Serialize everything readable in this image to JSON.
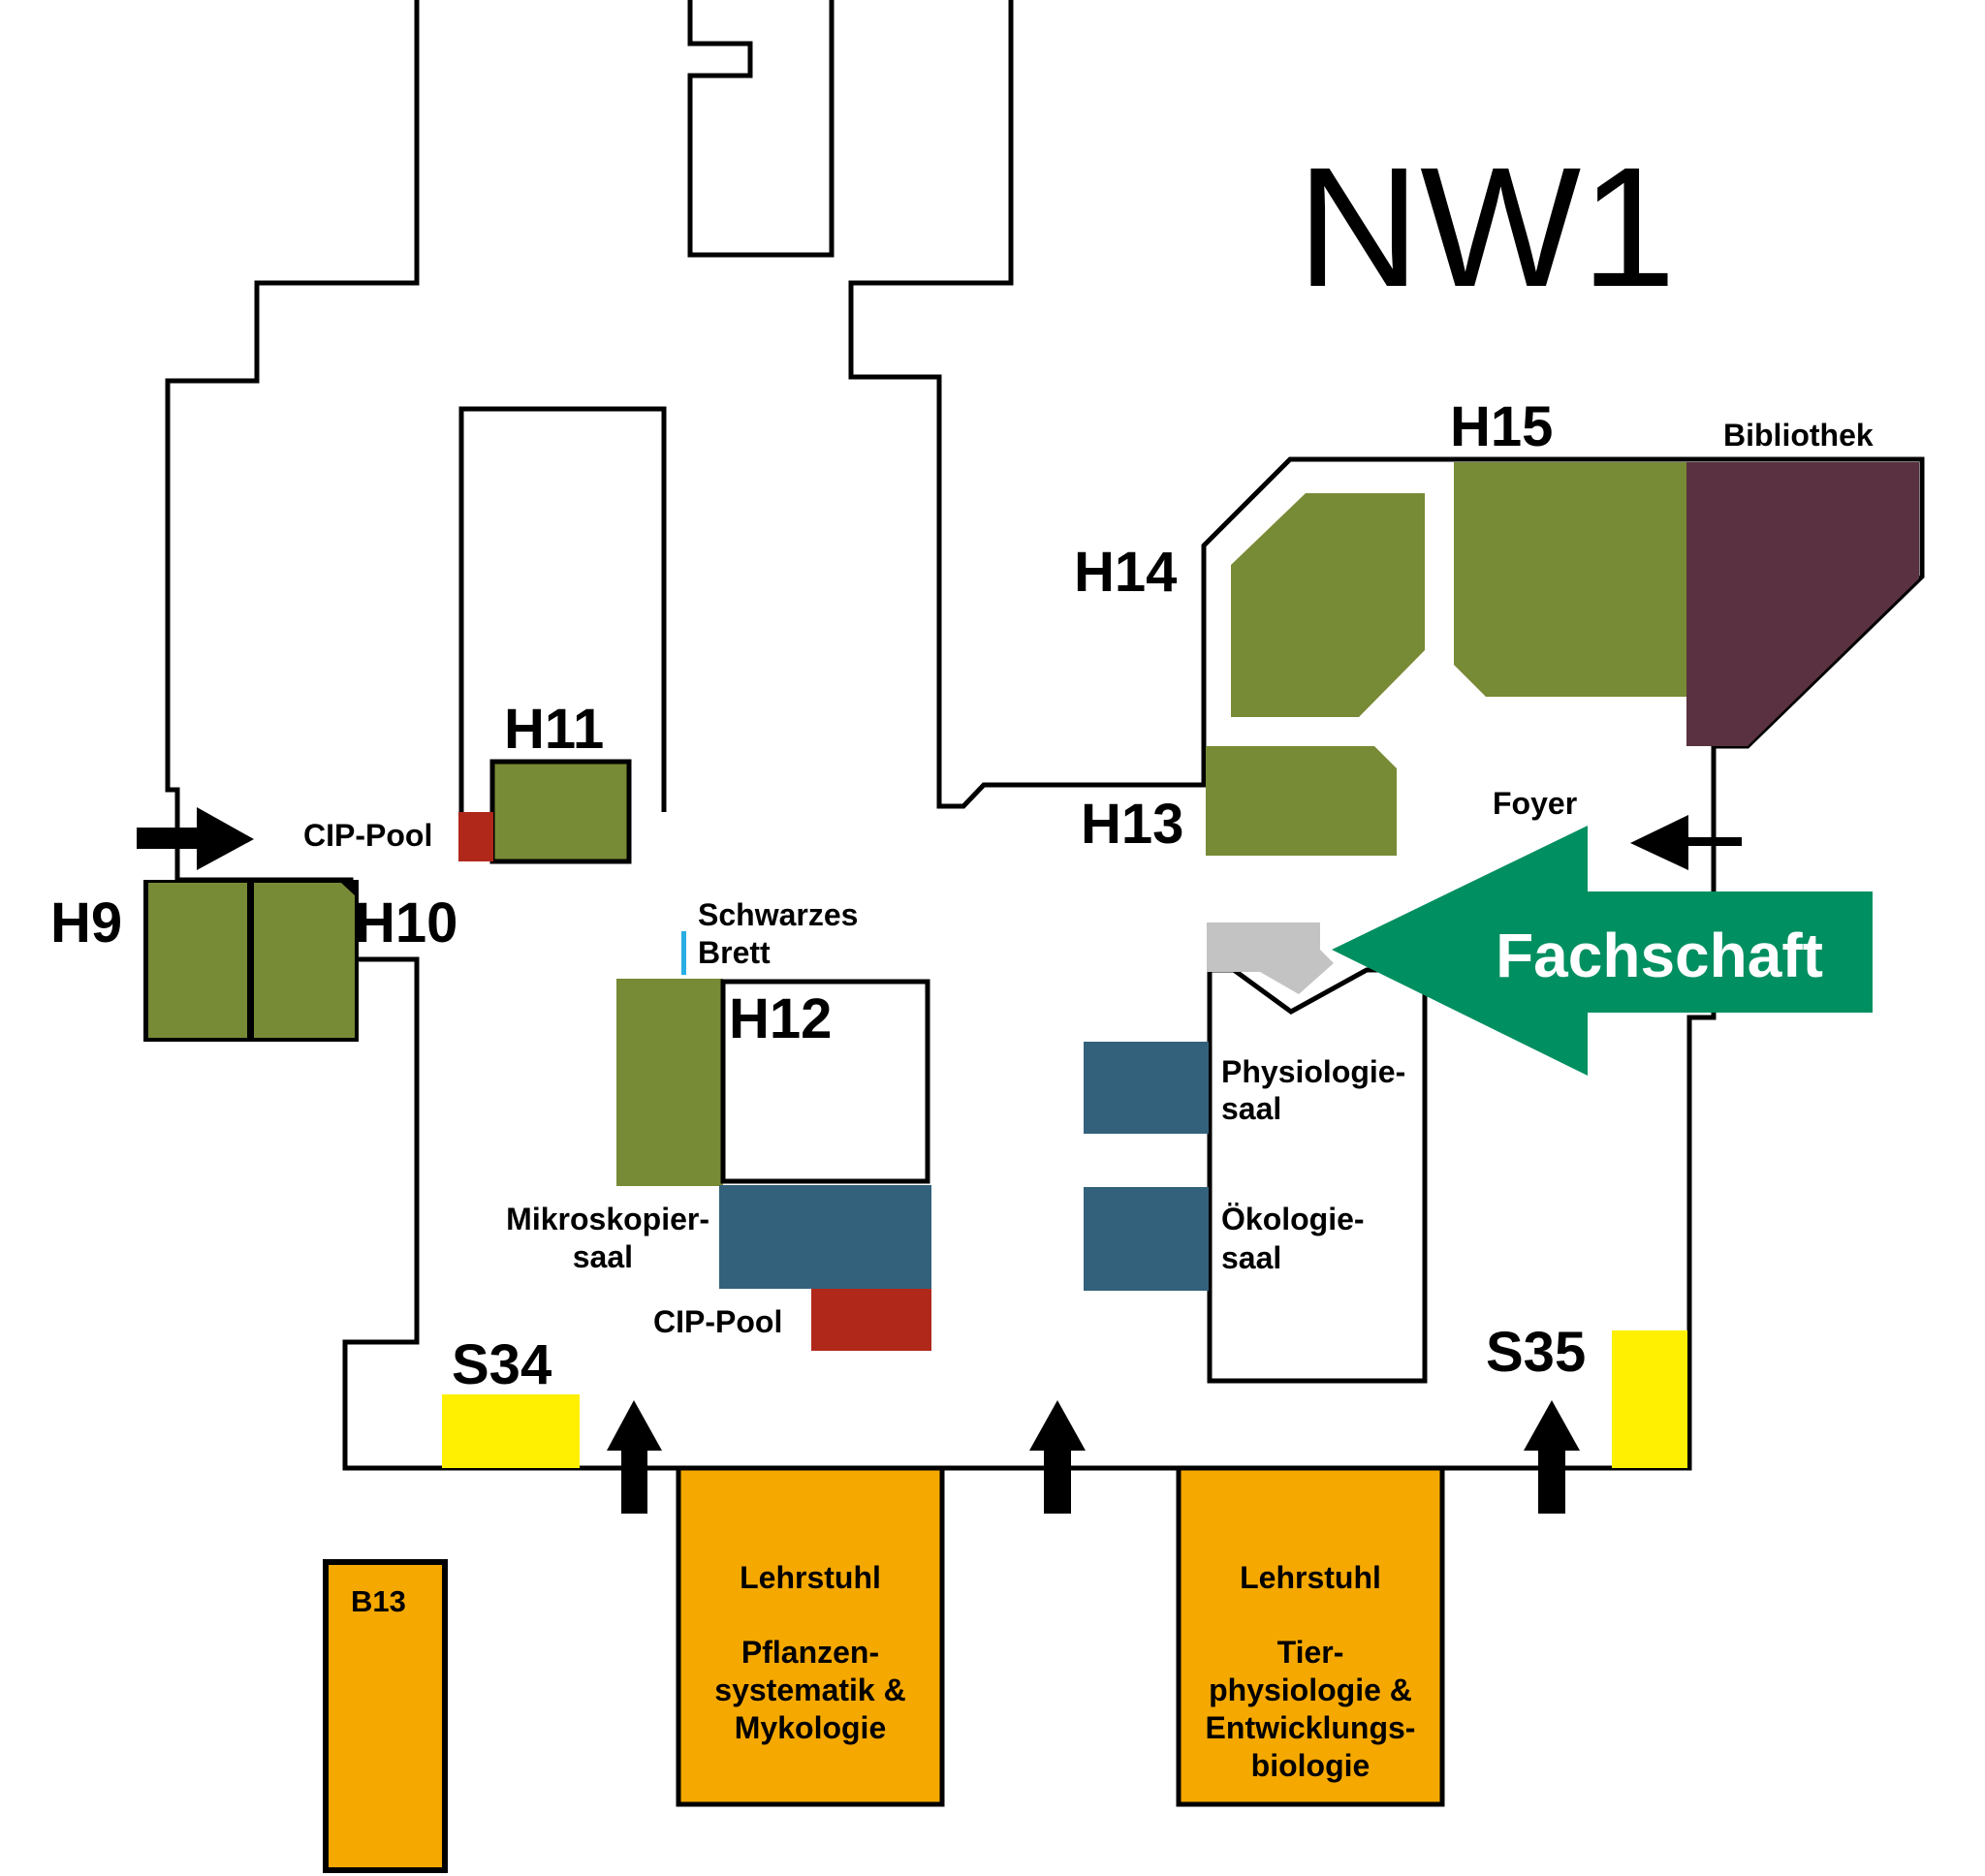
{
  "map": {
    "title": "NW1",
    "colors": {
      "lecture_hall": "#778a35",
      "library": "#5a3140",
      "lab_room": "#33617c",
      "cip_pool": "#b0281a",
      "seminar": "#fef000",
      "chair": "#f5a800",
      "fachschaft": "#008f60",
      "board": "#29aee3",
      "info_desk": "#c3c3c3"
    },
    "rooms": {
      "h9": "H9",
      "h10": "H10",
      "h11": "H11",
      "h12": "H12",
      "h13": "H13",
      "h14": "H14",
      "h15": "H15",
      "s34": "S34",
      "s35": "S35",
      "b13": "B13",
      "bibliothek": "Bibliothek",
      "foyer": "Foyer",
      "cip_pool_top": "CIP-Pool",
      "cip_pool_bottom": "CIP-Pool",
      "schwarzes_brett": [
        "Schwarzes",
        "Brett"
      ],
      "mikroskopiersaal": [
        "Mikroskopier-",
        "saal"
      ],
      "physiologiesaal": [
        "Physiologie-",
        "saal"
      ],
      "oekologiesaal": [
        "Ökologie-",
        "saal"
      ]
    },
    "chairs": {
      "left": [
        "Lehrstuhl",
        "",
        "Pflanzen-",
        "systematik &",
        "Mykologie"
      ],
      "right": [
        "Lehrstuhl",
        "",
        "Tier-",
        "physiologie &",
        "Entwicklungs-",
        "biologie"
      ]
    },
    "fachschaft_label": "Fachschaft",
    "icons": [
      "entrance-arrow-icon"
    ]
  }
}
